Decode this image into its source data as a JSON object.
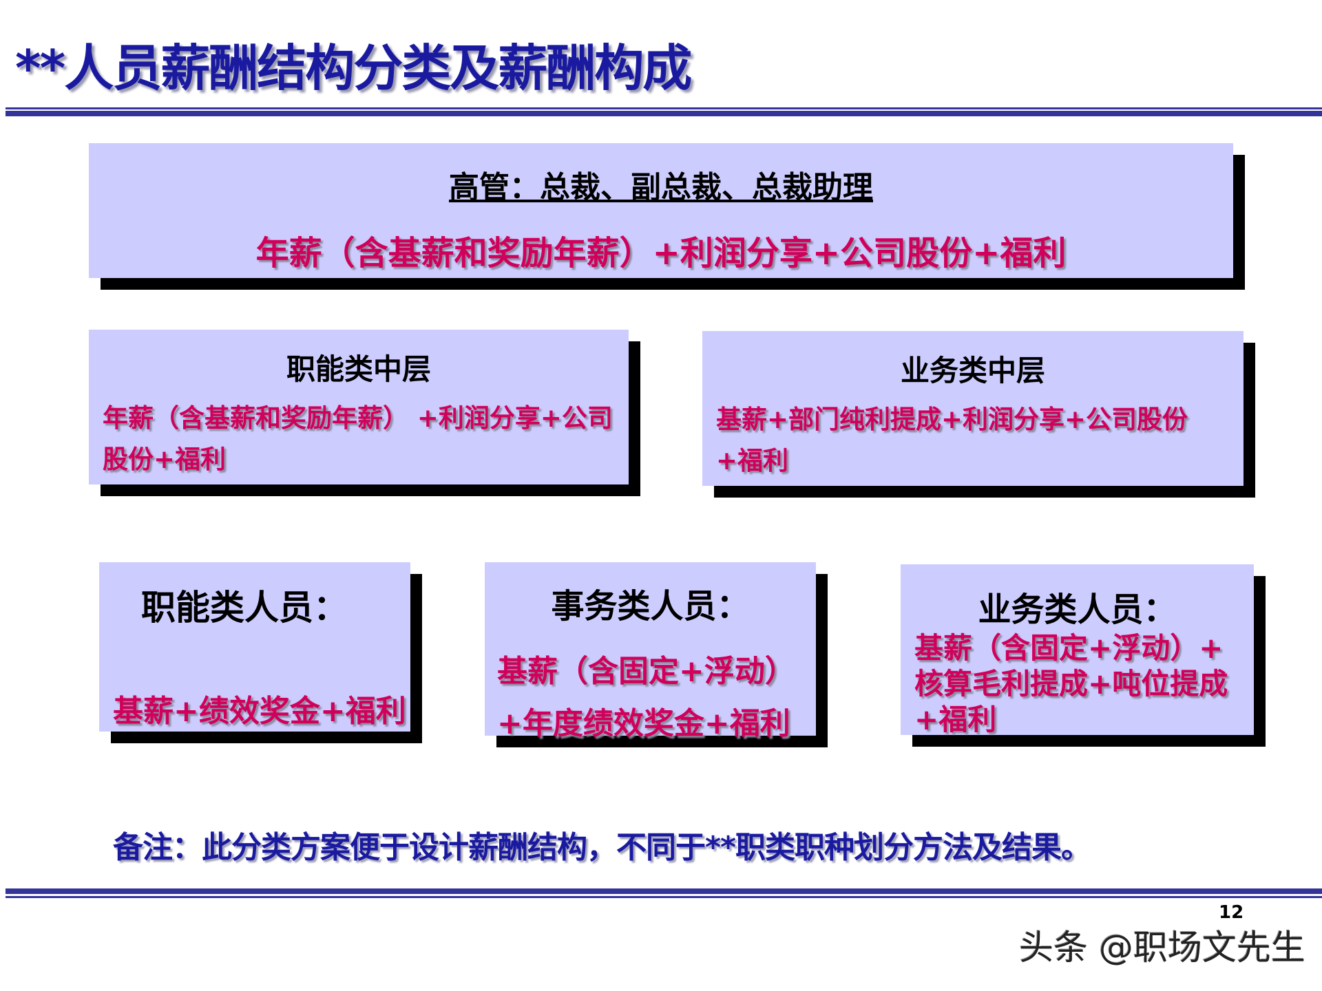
{
  "title": "**人员薪酬结构分类及薪酬构成",
  "executive": {
    "heading": "高管：总裁、副总裁、总裁助理",
    "formula": "年薪（含基薪和奖励年薪）+利润分享+公司股份+福利"
  },
  "functional_middle": {
    "heading": "职能类中层",
    "formula": "年薪（含基薪和奖励年薪） +利润分享+公司股份+福利"
  },
  "business_middle": {
    "heading": "业务类中层",
    "formula": "基薪+部门纯利提成+利润分享+公司股份+福利"
  },
  "functional_staff": {
    "heading": "职能类人员：",
    "formula": "基薪+绩效奖金+福利"
  },
  "affairs_staff": {
    "heading": "事务类人员：",
    "formula_line1": "基薪（含固定+浮动）",
    "formula_line2": "+年度绩效奖金+福利"
  },
  "business_staff": {
    "heading": "业务类人员：",
    "formula_line1": "基薪（含固定+浮动）+",
    "formula_line2": "核算毛利提成+吨位提成",
    "formula_line3": "+福利"
  },
  "note": "备注：此分类方案便于设计薪酬结构，不同于**职类职种划分方法及结果。",
  "page_number": "12",
  "watermark": "头条 @职场文先生",
  "colors": {
    "title": "#1a1aa0",
    "box": "#ccccff",
    "formula": "#d1005a",
    "rule": "#33339a"
  }
}
